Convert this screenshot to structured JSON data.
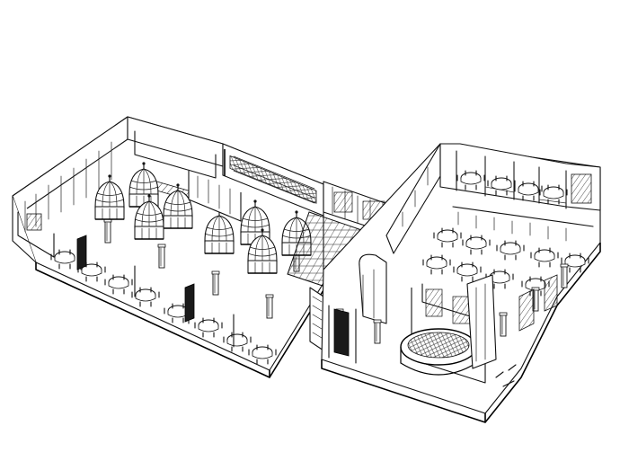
{
  "image": {
    "subject": "",
    "style": "",
    "ink_color": "#111111",
    "paper_color": "#ffffff"
  },
  "elements": {
    "icons": [
      "dome-icon",
      "round-table-icon",
      "column-icon",
      "stair-icon"
    ],
    "zones": [
      "west-wing-dome-hall",
      "central-courtyard",
      "east-wing-rotunda",
      "east-wing-upper-rooms"
    ]
  }
}
